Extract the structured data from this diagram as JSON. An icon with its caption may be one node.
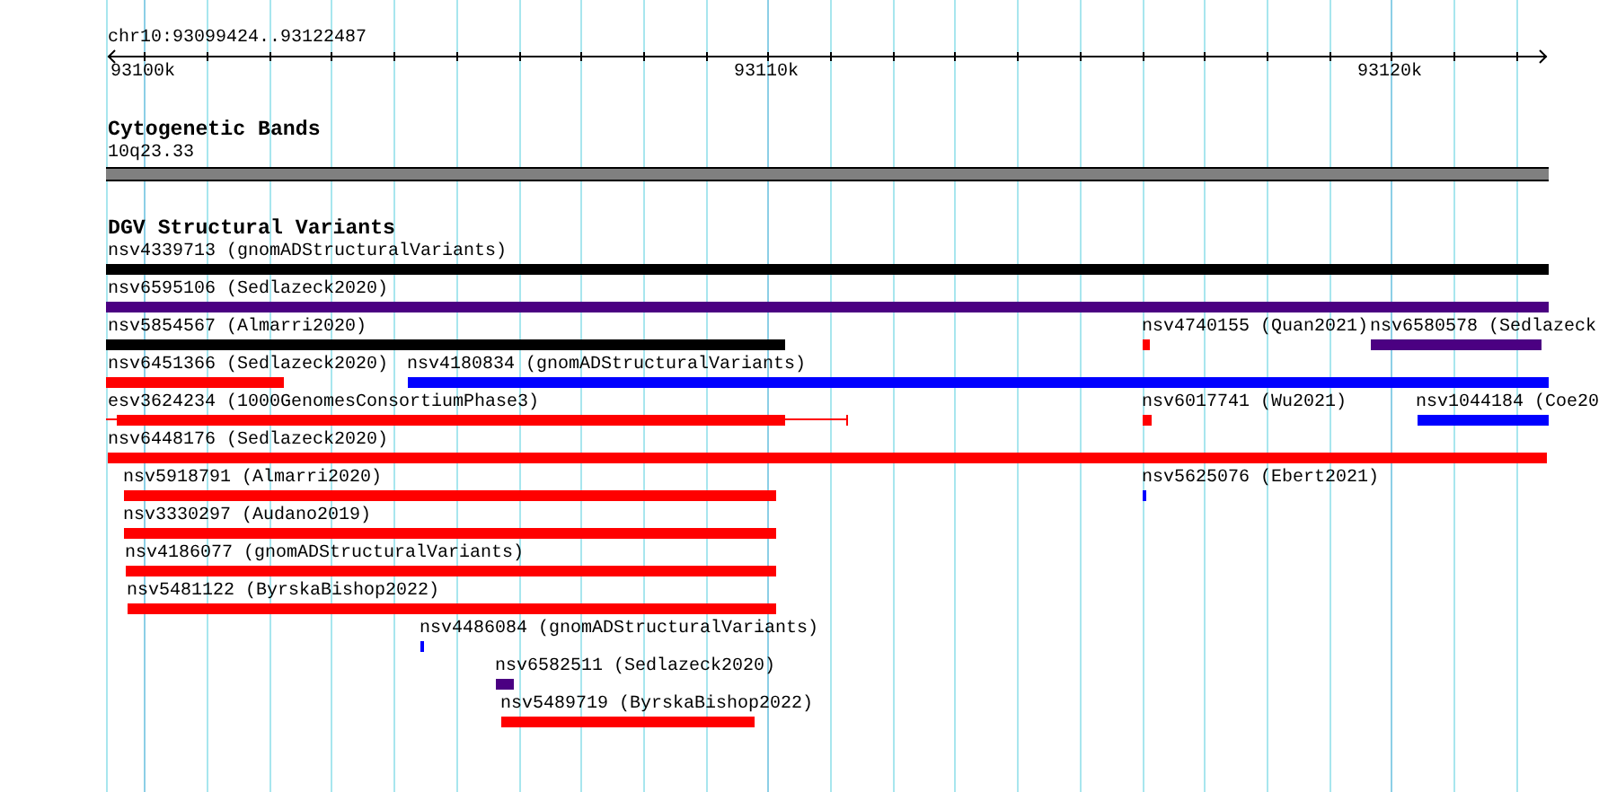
{
  "diagram": {
    "nodes": [
      {
        "text": [
          "10q23.33"
        ]
      },
      {
        "text": [
          "nsv4339713 (gnomADStructuralVariants)"
        ]
      },
      {
        "text": [
          "nsv6595106 (Sedlazeck2020)"
        ]
      },
      {
        "text": [
          "nsv5854567 (Almarri2020)"
        ]
      },
      {
        "text": [
          "nsv4740155 (Quan2021)"
        ]
      },
      {
        "text": [
          "nsv6580578 (Sedlazeck"
        ]
      },
      {
        "text": [
          "nsv6451366 (Sedlazeck2020)"
        ]
      },
      {
        "text": [
          "nsv4180834 (gnomADStructuralVariants)"
        ]
      },
      {
        "text": [
          "esv3624234 (1000GenomesConsortiumPhase3)"
        ]
      },
      {
        "text": [
          "nsv6017741 (Wu2021)"
        ]
      },
      {
        "text": [
          "nsv1044184 (Coe20"
        ]
      },
      {
        "text": [
          "nsv6448176 (Sedlazeck2020)"
        ]
      },
      {
        "text": [
          "nsv5918791 (Almarri2020)"
        ]
      },
      {
        "text": [
          "nsv5625076 (Ebert2021)"
        ]
      },
      {
        "text": [
          "nsv3330297 (Audano2019)"
        ]
      },
      {
        "text": [
          "nsv4186077 (gnomADStructuralVariants)"
        ]
      },
      {
        "text": [
          "nsv5481122 (ByrskaBishop2022)"
        ]
      },
      {
        "text": [
          "nsv4486084 (gnomADStructuralVariants)"
        ]
      },
      {
        "text": [
          "nsv6582511 (Sedlazeck2020)"
        ]
      },
      {
        "text": [
          "nsv5489719 (ByrskaBishop2022)"
        ]
      }
    ],
    "labels": [
      "chr10:93099424..93122487",
      "93100k",
      "93110k",
      "93120k",
      "Cytogenetic Bands",
      "DGV Structural Variants"
    ]
  }
}
